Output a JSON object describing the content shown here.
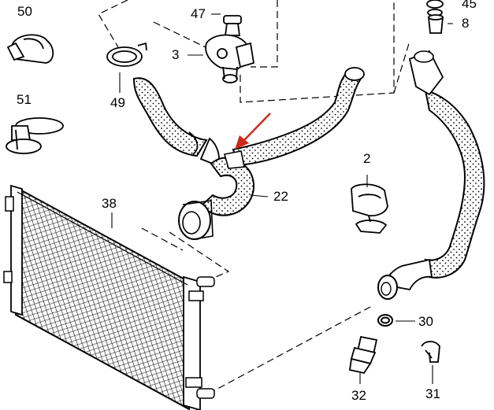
{
  "diagram": {
    "callouts": {
      "p50": "50",
      "p51": "51",
      "p47": "47",
      "p3": "3",
      "p49": "49",
      "p45": "45",
      "p8": "8",
      "p2": "2",
      "p22": "22",
      "p38": "38",
      "p30": "30",
      "p32": "32",
      "p31": "31"
    },
    "highlight_arrow_color": "#d0261c",
    "line_color": "#000000"
  }
}
